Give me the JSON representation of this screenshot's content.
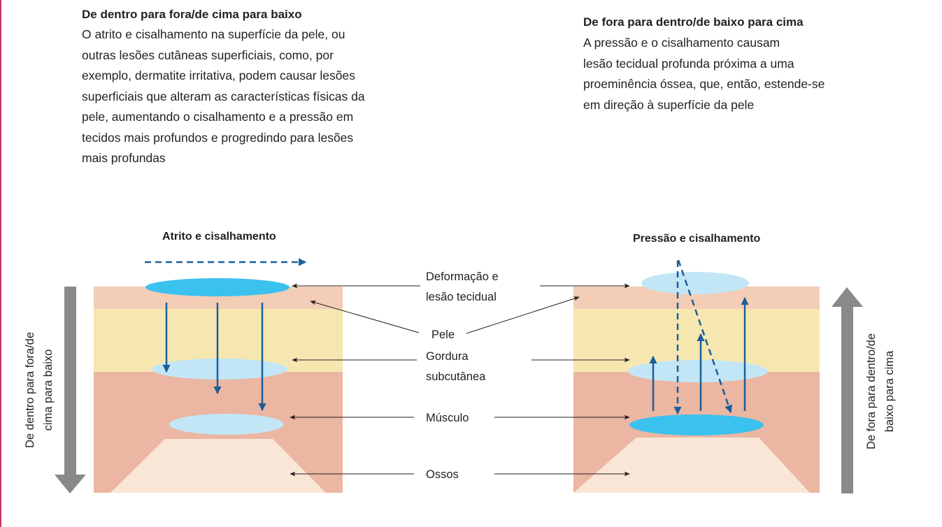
{
  "left_block": {
    "heading": "De dentro para fora/de cima para baixo",
    "lines": [
      "O atrito e cisalhamento na superfície da pele, ou",
      "outras lesões cutâneas superficiais, como, por",
      "exemplo, dermatite irritativa, podem causar lesões",
      "superficiais que alteram as características físicas da",
      "pele, aumentando o cisalhamento e a pressão em",
      "tecidos mais profundos e progredindo para lesões",
      "mais profundas"
    ]
  },
  "right_block": {
    "heading": "De fora para dentro/de baixo para cima",
    "lines": [
      "A pressão e o cisalhamento causam",
      "lesão tecidual profunda próxima a uma",
      "proeminência óssea, que, então, estende-se",
      "em direção à superfície da pele"
    ]
  },
  "diagram": {
    "left_title": "Atrito e cisalhamento",
    "right_title": "Pressão e cisalhamento",
    "labels": {
      "deformacao_1": "Deformação e",
      "deformacao_2": "lesão tecidual",
      "pele": "Pele",
      "gordura_1": "Gordura",
      "gordura_2": "subcutânea",
      "musculo": "Músculo",
      "ossos": "Ossos"
    },
    "left_side_1": "De dentro para fora/de",
    "left_side_2": "cima para baixo",
    "right_side_1": "De fora para dentro/de",
    "right_side_2": "baixo para cima"
  },
  "colors": {
    "skin": "#f3cdb6",
    "fat": "#f6e7b1",
    "muscle": "#ebb6a2",
    "bone": "#f9e6d6",
    "lesion_dark": "#3bc1ee",
    "lesion_light": "#c2e6f6",
    "arrow_blue": "#1b5f99",
    "gray_arrow": "#898989",
    "accent_rule": "#c4395d"
  }
}
